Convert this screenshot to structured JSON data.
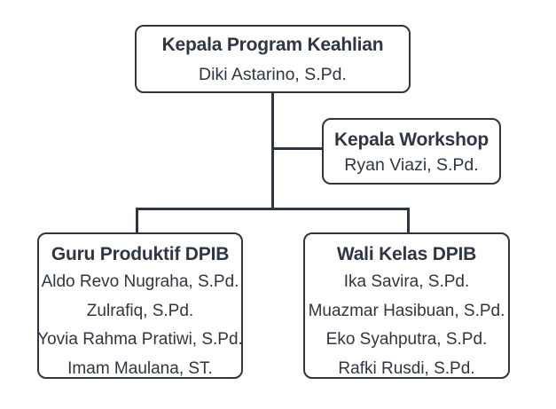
{
  "colors": {
    "line": "#2e3642",
    "box_border": "#2e3642",
    "text": "#2e3642",
    "background": "#ffffff"
  },
  "org_chart": {
    "root": {
      "title": "Kepala Program Keahlian",
      "name": "Diki Astarino, S.Pd."
    },
    "workshop": {
      "title": "Kepala Workshop",
      "name": "Ryan Viazi, S.Pd."
    },
    "guru": {
      "title": "Guru Produktif DPIB",
      "members": [
        "Aldo Revo Nugraha, S.Pd.",
        "Zulrafiq, S.Pd.",
        "Yovia Rahma Pratiwi, S.Pd.",
        "Imam Maulana, ST."
      ]
    },
    "wali": {
      "title": "Wali Kelas DPIB",
      "members": [
        "Ika Savira, S.Pd.",
        "Muazmar Hasibuan, S.Pd.",
        "Eko Syahputra, S.Pd.",
        "Rafki Rusdi, S.Pd."
      ]
    }
  }
}
